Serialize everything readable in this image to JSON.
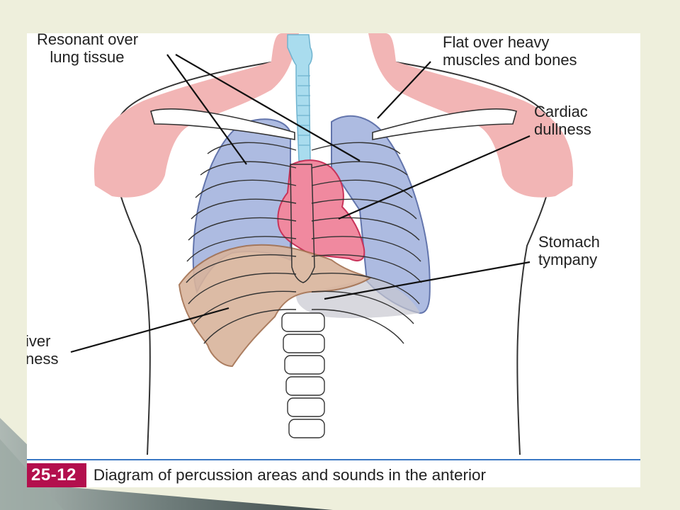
{
  "colors": {
    "slide_background": "#eeefdc",
    "accent_wedge": "#5c6a6a",
    "lung": "#a9b8e0",
    "heart": "#f0899f",
    "liver": "#d9b49c",
    "muscle": "#f2b5b5",
    "trachea": "#a9dcee",
    "figure_tag": "#b30f4d",
    "caption_rule": "#3b78c4"
  },
  "labels": {
    "resonant": "Resonant over\n   lung tissue",
    "flat": "Flat over heavy\nmuscles and bones",
    "cardiac": "Cardiac\ndullness",
    "stomach": "Stomach\ntympany",
    "liver": "iver\nness"
  },
  "caption": {
    "figure_number": "25-12",
    "text": "Diagram of percussion areas and sounds in the anterior"
  }
}
